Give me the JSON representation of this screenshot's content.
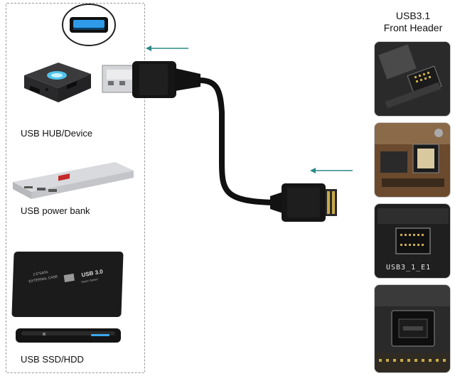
{
  "left_panel": {
    "devices": [
      {
        "label": "USB HUB/Device"
      },
      {
        "label": "USB power bank"
      },
      {
        "label": "USB SSD/HDD"
      }
    ],
    "ssd_case_text": {
      "line1": "2.5\"SATA",
      "line2": "EXTERNAL CASE",
      "line3": "USB 3.0",
      "line4": "Super Speed"
    }
  },
  "right_panel": {
    "title_line1": "USB3.1",
    "title_line2": "Front Header",
    "board_label": "USB3_1_E1"
  },
  "colors": {
    "arrow": "#2a8a86",
    "cable": "#111111",
    "usb_blue": "#2f9be8",
    "dashed_border": "#9a9a9a"
  }
}
